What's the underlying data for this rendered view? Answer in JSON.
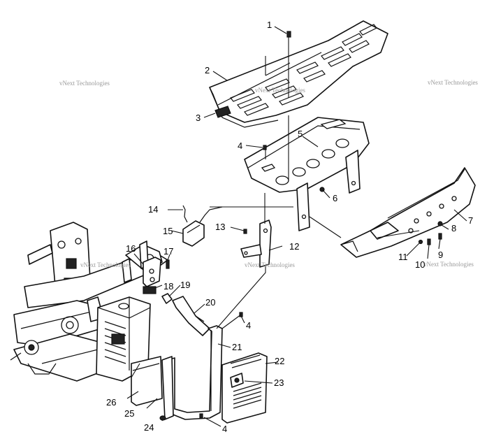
{
  "watermark": "vNext Technologies",
  "callouts": [
    "1",
    "2",
    "3",
    "4",
    "5",
    "4",
    "6",
    "7",
    "8",
    "9",
    "10",
    "11",
    "12",
    "13",
    "14",
    "15",
    "16",
    "17",
    "18",
    "19",
    "20",
    "4",
    "21",
    "22",
    "23",
    "24",
    "25",
    "26",
    "4"
  ]
}
